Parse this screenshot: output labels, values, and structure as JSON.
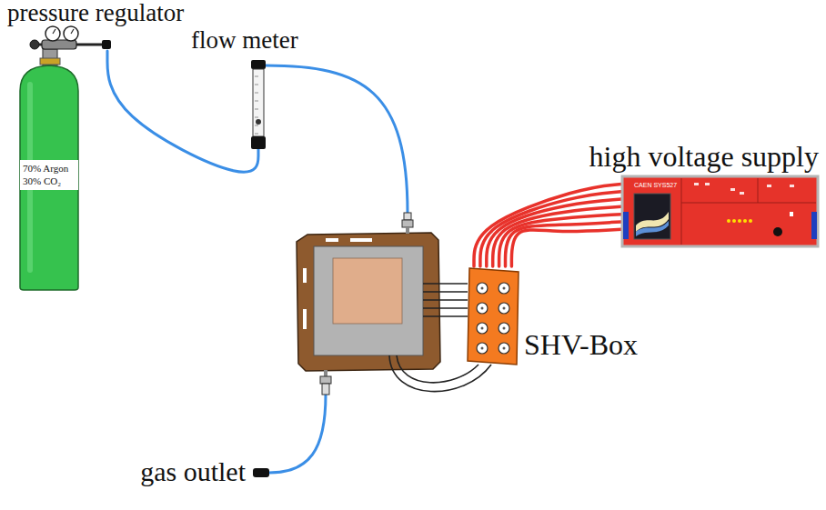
{
  "diagram": {
    "nodes": [
      {
        "text": [
          "pressure regulator"
        ]
      },
      {
        "text": [
          "70% Argon 30% CO₂"
        ]
      },
      {
        "text": [
          "flow meter"
        ]
      },
      {
        "text": [
          "high voltage supply",
          "CAEN SYS527"
        ]
      },
      {
        "text": [
          "SHV-Box"
        ]
      },
      {
        "text": [
          "gas outlet"
        ]
      }
    ],
    "edges": [
      {
        "from": 0,
        "to": 2,
        "arrow": "none"
      },
      {
        "from": 3,
        "to": 4,
        "arrow": "none"
      },
      {
        "from": 3,
        "to": 4,
        "arrow": "none"
      },
      {
        "from": 3,
        "to": 4,
        "arrow": "none"
      },
      {
        "from": 3,
        "to": 4,
        "arrow": "none"
      },
      {
        "from": 3,
        "to": 4,
        "arrow": "none"
      },
      {
        "from": 3,
        "to": 4,
        "arrow": "none"
      },
      {
        "from": 3,
        "to": 4,
        "arrow": "none"
      }
    ]
  }
}
